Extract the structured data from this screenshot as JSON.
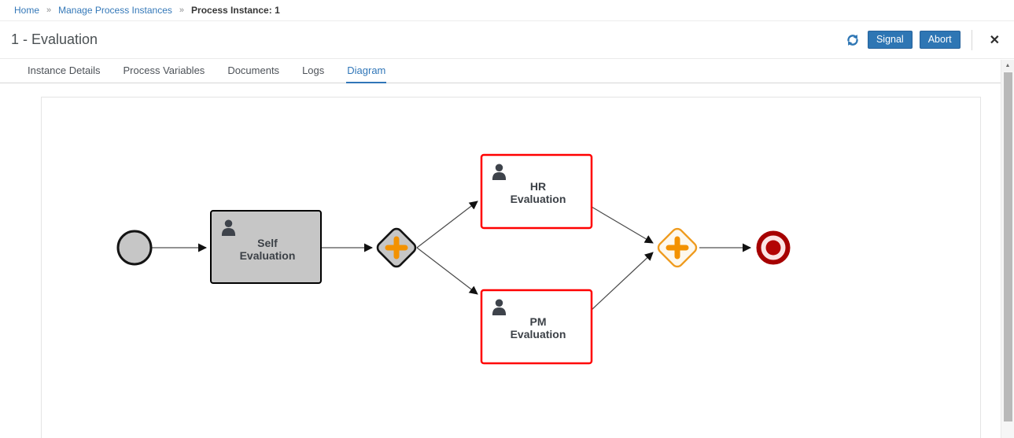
{
  "breadcrumb": {
    "separator": "»",
    "items": [
      {
        "label": "Home"
      },
      {
        "label": "Manage Process Instances"
      }
    ],
    "current": "Process Instance: 1"
  },
  "header": {
    "title": "1 - Evaluation",
    "signal_label": "Signal",
    "abort_label": "Abort"
  },
  "icons": {
    "refresh": "refresh-arrows",
    "close": "✕",
    "scroll_up": "▲"
  },
  "tabs": [
    {
      "label": "Instance Details",
      "active": false
    },
    {
      "label": "Process Variables",
      "active": false
    },
    {
      "label": "Documents",
      "active": false
    },
    {
      "label": "Logs",
      "active": false
    },
    {
      "label": "Diagram",
      "active": true
    }
  ],
  "colors": {
    "link_blue": "#3478b8",
    "button_blue": "#2e76b4",
    "tab_active_blue": "#3076b8",
    "completed_node_fill": "#c6c6c6",
    "active_node_border": "#ff0000",
    "gateway_plus_orange": "#f39200",
    "pending_gateway_border": "#ef9b1e",
    "end_event_red": "#a60000",
    "end_event_inner": "#b30404",
    "end_event_pink": "#fbe4e4",
    "task_text": "#3c4147",
    "connector_gray": "#6e6e6e"
  },
  "diagram": {
    "type": "bpmn-process-instance-diagram",
    "nodes": [
      {
        "id": "start",
        "type": "start-event",
        "label": "",
        "status": "completed"
      },
      {
        "id": "self-evaluation",
        "type": "user-task",
        "label": "Self Evaluation",
        "line1": "Self",
        "line2": "Evaluation",
        "status": "completed"
      },
      {
        "id": "gateway-diverge",
        "type": "parallel-gateway",
        "label": "",
        "status": "completed"
      },
      {
        "id": "hr-evaluation",
        "type": "user-task",
        "label": "HR Evaluation",
        "line1": "HR",
        "line2": "Evaluation",
        "status": "active"
      },
      {
        "id": "pm-evaluation",
        "type": "user-task",
        "label": "PM Evaluation",
        "line1": "PM",
        "line2": "Evaluation",
        "status": "active"
      },
      {
        "id": "gateway-converge",
        "type": "parallel-gateway",
        "label": "",
        "status": "pending"
      },
      {
        "id": "end",
        "type": "end-event",
        "label": "",
        "status": "pending"
      }
    ],
    "edges": [
      {
        "from": "start",
        "to": "self-evaluation"
      },
      {
        "from": "self-evaluation",
        "to": "gateway-diverge"
      },
      {
        "from": "gateway-diverge",
        "to": "hr-evaluation"
      },
      {
        "from": "gateway-diverge",
        "to": "pm-evaluation"
      },
      {
        "from": "hr-evaluation",
        "to": "gateway-converge"
      },
      {
        "from": "pm-evaluation",
        "to": "gateway-converge"
      },
      {
        "from": "gateway-converge",
        "to": "end"
      }
    ]
  }
}
